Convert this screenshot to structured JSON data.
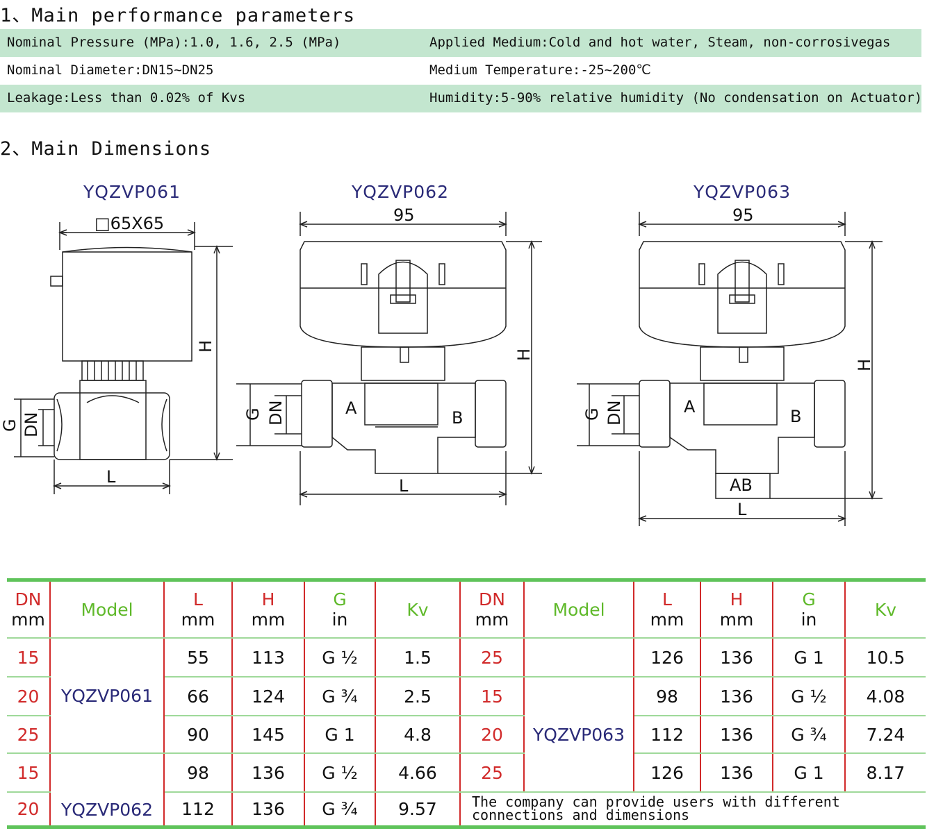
{
  "section1_title": "1、Main performance parameters",
  "section2_title": "2、Main Dimensions",
  "params": [
    {
      "left": "Nominal Pressure (MPa):1.0, 1.6, 2.5 (MPa)",
      "right": "Applied Medium:Cold and hot water, Steam, non-corrosivegas"
    },
    {
      "left": "Nominal Diameter:DN15~DN25",
      "right": "Medium Temperature:-25~200℃"
    },
    {
      "left": "Leakage:Less than 0.02% of Kvs",
      "right": "Humidity:5-90% relative humidity (No condensation on Actuator)"
    }
  ],
  "drawings": {
    "m1": {
      "name": "YQZVP061",
      "width_label": "□65X65",
      "h": "H",
      "g": "G",
      "dn": "DN",
      "l": "L"
    },
    "m2": {
      "name": "YQZVP062",
      "width_label": "95",
      "h": "H",
      "g": "G",
      "dn": "DN",
      "l": "L",
      "a": "A",
      "b": "B"
    },
    "m3": {
      "name": "YQZVP063",
      "width_label": "95",
      "h": "H",
      "g": "G",
      "dn": "DN",
      "l": "L",
      "a": "A",
      "b": "B",
      "ab": "AB"
    }
  },
  "colors": {
    "green_band": "#c3e6cf",
    "table_rule": "#5fc35a",
    "red": "#d12a2a",
    "model_blue": "#2a2a78",
    "header_green": "#5fb92a"
  },
  "table": {
    "headers": {
      "dn": "DN",
      "dn_unit": "mm",
      "model": "Model",
      "l": "L",
      "l_unit": "mm",
      "h": "H",
      "h_unit": "mm",
      "g": "G",
      "g_unit": "in",
      "kv": "Kv"
    },
    "left_rows": [
      {
        "dn": "15",
        "l": "55",
        "h": "113",
        "g": "G ½",
        "kv": "1.5"
      },
      {
        "dn": "20",
        "l": "66",
        "h": "124",
        "g": "G ¾",
        "kv": "2.5"
      },
      {
        "dn": "25",
        "l": "90",
        "h": "145",
        "g": "G 1",
        "kv": "4.8"
      },
      {
        "dn": "15",
        "l": "98",
        "h": "136",
        "g": "G ½",
        "kv": "4.66"
      },
      {
        "dn": "20",
        "l": "112",
        "h": "136",
        "g": "G ¾",
        "kv": "9.57"
      }
    ],
    "right_rows": [
      {
        "dn": "25",
        "l": "126",
        "h": "136",
        "g": "G 1",
        "kv": "10.5"
      },
      {
        "dn": "15",
        "l": "98",
        "h": "136",
        "g": "G ½",
        "kv": "4.08"
      },
      {
        "dn": "20",
        "l": "112",
        "h": "136",
        "g": "G ¾",
        "kv": "7.24"
      },
      {
        "dn": "25",
        "l": "126",
        "h": "136",
        "g": "G 1",
        "kv": "8.17"
      }
    ],
    "left_models": [
      "YQZVP061",
      "YQZVP062"
    ],
    "right_model": "YQZVP063",
    "note": "The company can provide users with different connections and dimensions"
  }
}
